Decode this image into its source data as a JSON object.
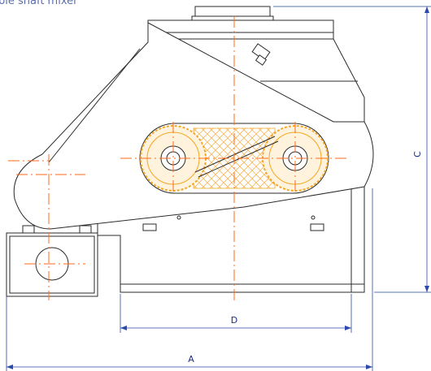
{
  "caption": "ble shaft mixer",
  "dimensions": {
    "a": "A",
    "c": "C",
    "d": "D"
  },
  "colors": {
    "outline": "#2b2b2b",
    "dimension": "#2a4aa8",
    "centerline": "#ff6a1a",
    "gear": "#f5a623",
    "hatch": "#f7b65a"
  }
}
